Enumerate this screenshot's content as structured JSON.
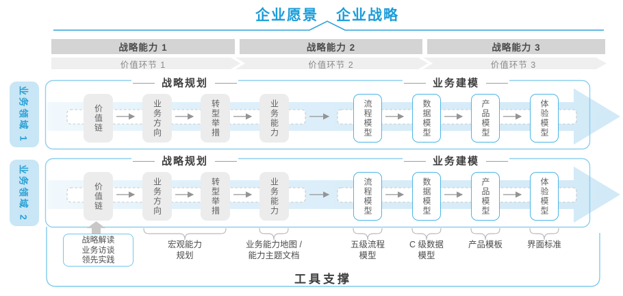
{
  "title": {
    "vision": "企业愿景",
    "strategy": "企业战略"
  },
  "strategy_bands": [
    "战略能力 1",
    "战略能力 2",
    "战略能力 3"
  ],
  "value_links": [
    "价值环节 1",
    "价值环节 2",
    "价值环节 3"
  ],
  "domains": [
    "业务领域 1",
    "业务领域 2"
  ],
  "rows": [
    {
      "planning_label": "战略规划",
      "modeling_label": "业务建模",
      "boxes": [
        "价值链",
        "业务方向",
        "转型举措",
        "业务能力",
        "流程模型",
        "数据模型",
        "产品模型",
        "体验模型"
      ]
    },
    {
      "planning_label": "战略规划",
      "modeling_label": "业务建模",
      "boxes": [
        "价值链",
        "业务方向",
        "转型举措",
        "业务能力",
        "流程模型",
        "数据模型",
        "产品模型",
        "体验模型"
      ]
    }
  ],
  "annotations": {
    "source_box": "战略解读\n业务访谈\n领先实践",
    "labels": [
      "宏观能力\n规划",
      "业务能力地图 /\n能力主题文档",
      "五级流程\n模型",
      "C 级数据\n模型",
      "产品模板",
      "界面标准"
    ]
  },
  "footer": {
    "label": "工具支撑"
  },
  "colors": {
    "accent_blue": "#1B9DD9",
    "container_border": "#8CCFEE",
    "band_fill_light": "#F2F9FD",
    "band_fill_deep": "#D2E9F7",
    "capability_band_gray": "#D4D4D4",
    "value_band_gray": "#EFEFEF",
    "box_gray": "#ECECEC",
    "box_blue_border": "#4AB5E6",
    "arrow_gray": "#949494"
  }
}
